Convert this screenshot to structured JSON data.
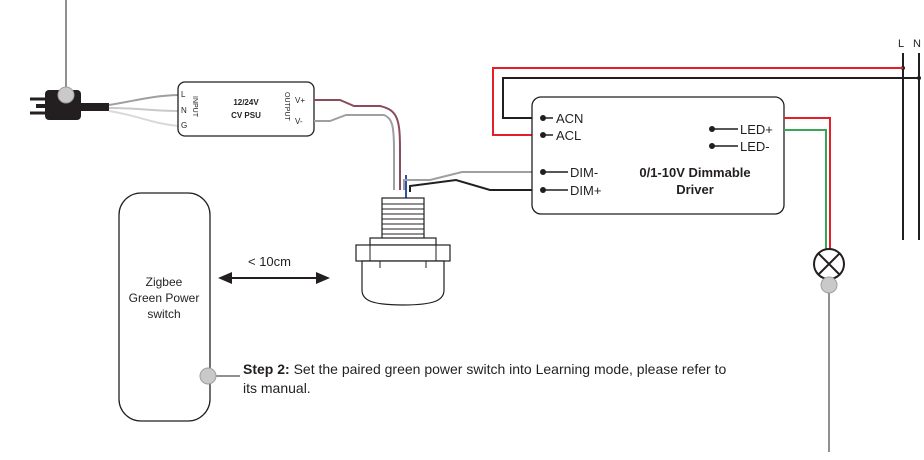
{
  "mains": {
    "l_label": "L",
    "n_label": "N"
  },
  "psu": {
    "input_label": "INPUT",
    "output_label": "OUTPUT",
    "pin_l": "L",
    "pin_n": "N",
    "pin_g": "G",
    "title_line1": "12/24V",
    "title_line2": "CV PSU",
    "pin_vplus": "V+",
    "pin_vminus": "V-"
  },
  "driver": {
    "acn": "ACN",
    "acl": "ACL",
    "dim_minus": "DIM-",
    "dim_plus": "DIM+",
    "led_plus": "LED+",
    "led_minus": "LED-",
    "title_line1": "0/1-10V Dimmable",
    "title_line2": "Driver"
  },
  "switch": {
    "line1": "Zigbee",
    "line2": "Green Power",
    "line3": "switch"
  },
  "distance": {
    "label": "< 10cm"
  },
  "step": {
    "bold": "Step 2:",
    "text": " Set the paired green power switch into Learning mode, please refer to its manual."
  },
  "colors": {
    "red_wire": "#e3202a",
    "black_wire": "#231f20",
    "grey_wire": "#9d9fa2",
    "brown_wire": "#8a4b5a",
    "green_wire": "#3aa655",
    "blue_wire": "#2a55a4",
    "marker": "#c9c9c9"
  }
}
